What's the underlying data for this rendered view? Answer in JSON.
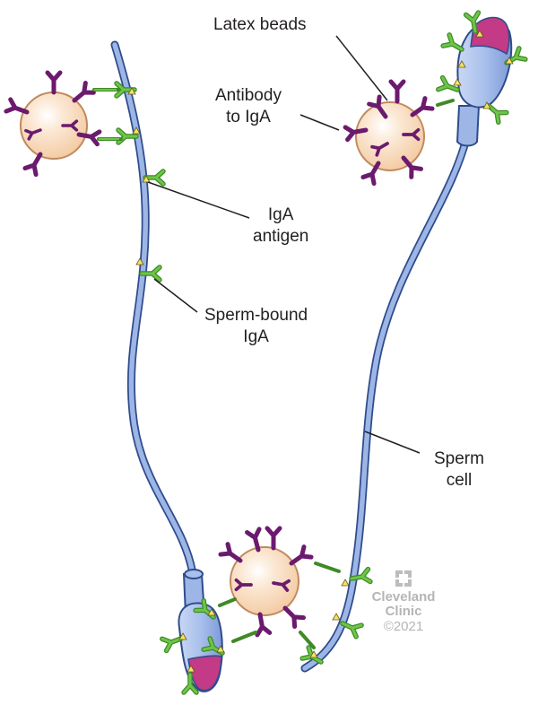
{
  "labels": {
    "latex_beads": "Latex beads",
    "antibody_to_iga": [
      "Antibody",
      "to IgA"
    ],
    "iga_antigen": [
      "IgA",
      "antigen"
    ],
    "sperm_bound_iga": [
      "Sperm-bound",
      "IgA"
    ],
    "sperm_cell": [
      "Sperm",
      "cell"
    ]
  },
  "logo": {
    "line1": "Cleveland",
    "line2": "Clinic",
    "copyright": "©2021"
  },
  "colors": {
    "bead_fill": "#f8dcc0",
    "bead_stroke": "#c08a5e",
    "antibody_purple": "#6b1a6e",
    "iga_green": "#5cb83a",
    "sperm_blue": "#9db6e6",
    "sperm_stroke": "#2e4c8c",
    "acrosome_magenta": "#c33a86",
    "antigen_yellow": "#f2e36a"
  }
}
